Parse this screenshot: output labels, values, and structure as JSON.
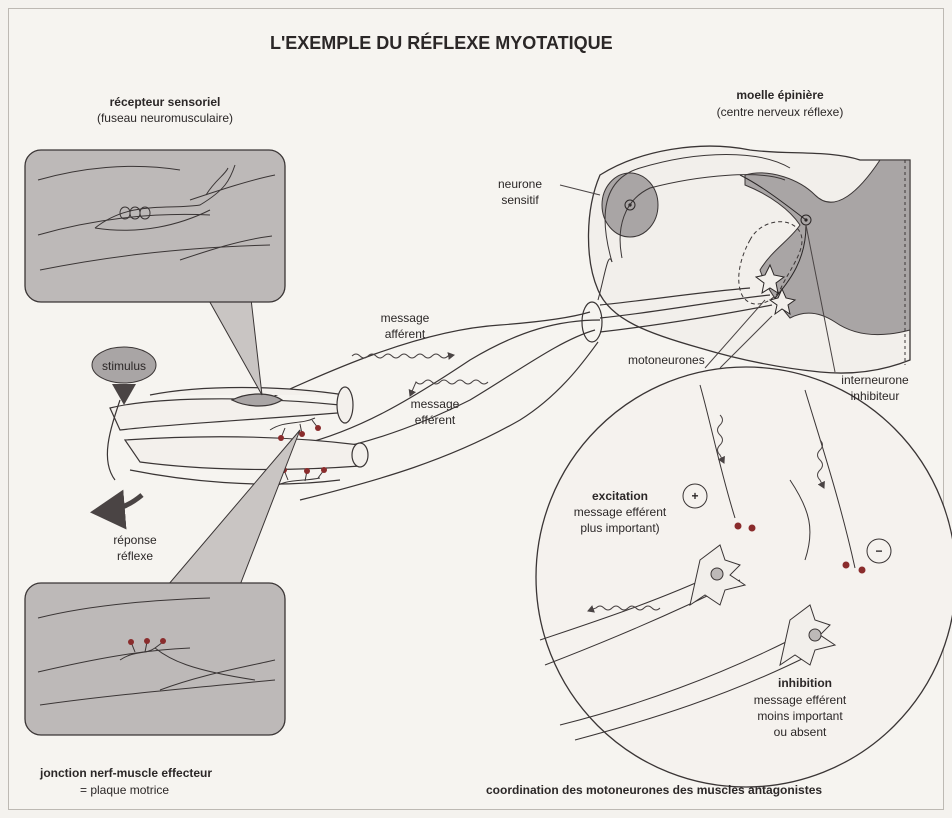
{
  "title": "L'EXEMPLE DU RÉFLEXE MYOTATIQUE",
  "labels": {
    "receptor_title": "récepteur sensoriel",
    "receptor_sub": "(fuseau neuromusculaire)",
    "spinal_title": "moelle épinière",
    "spinal_sub": "(centre nerveux réflexe)",
    "sensory_neuron_1": "neurone",
    "sensory_neuron_2": "sensitif",
    "afferent_1": "message",
    "afferent_2": "afférent",
    "efferent_1": "message",
    "efferent_2": "efférent",
    "motoneurons": "motoneurones",
    "interneuron_1": "interneurone",
    "interneuron_2": "inhibiteur",
    "stimulus": "stimulus",
    "response_1": "réponse",
    "response_2": "réflexe",
    "excitation_title": "excitation",
    "excitation_1": "message efférent",
    "excitation_2": "plus important)",
    "plus_sign": "+",
    "minus_sign": "−",
    "inhibition_title": "inhibition",
    "inhibition_1": "message efférent",
    "inhibition_2": "moins important",
    "inhibition_3": "ou absent",
    "junction_title": "jonction nerf-muscle effecteur",
    "junction_sub": "= plaque motrice",
    "coordination": "coordination des motoneurones des muscles antagonistes"
  },
  "colors": {
    "gray_matter": "#a9a5a5",
    "panel_fill": "#bdb9b8",
    "stroke": "#3a3535",
    "synapse_red": "#8a2c2c",
    "arrow": "#6b6565"
  }
}
